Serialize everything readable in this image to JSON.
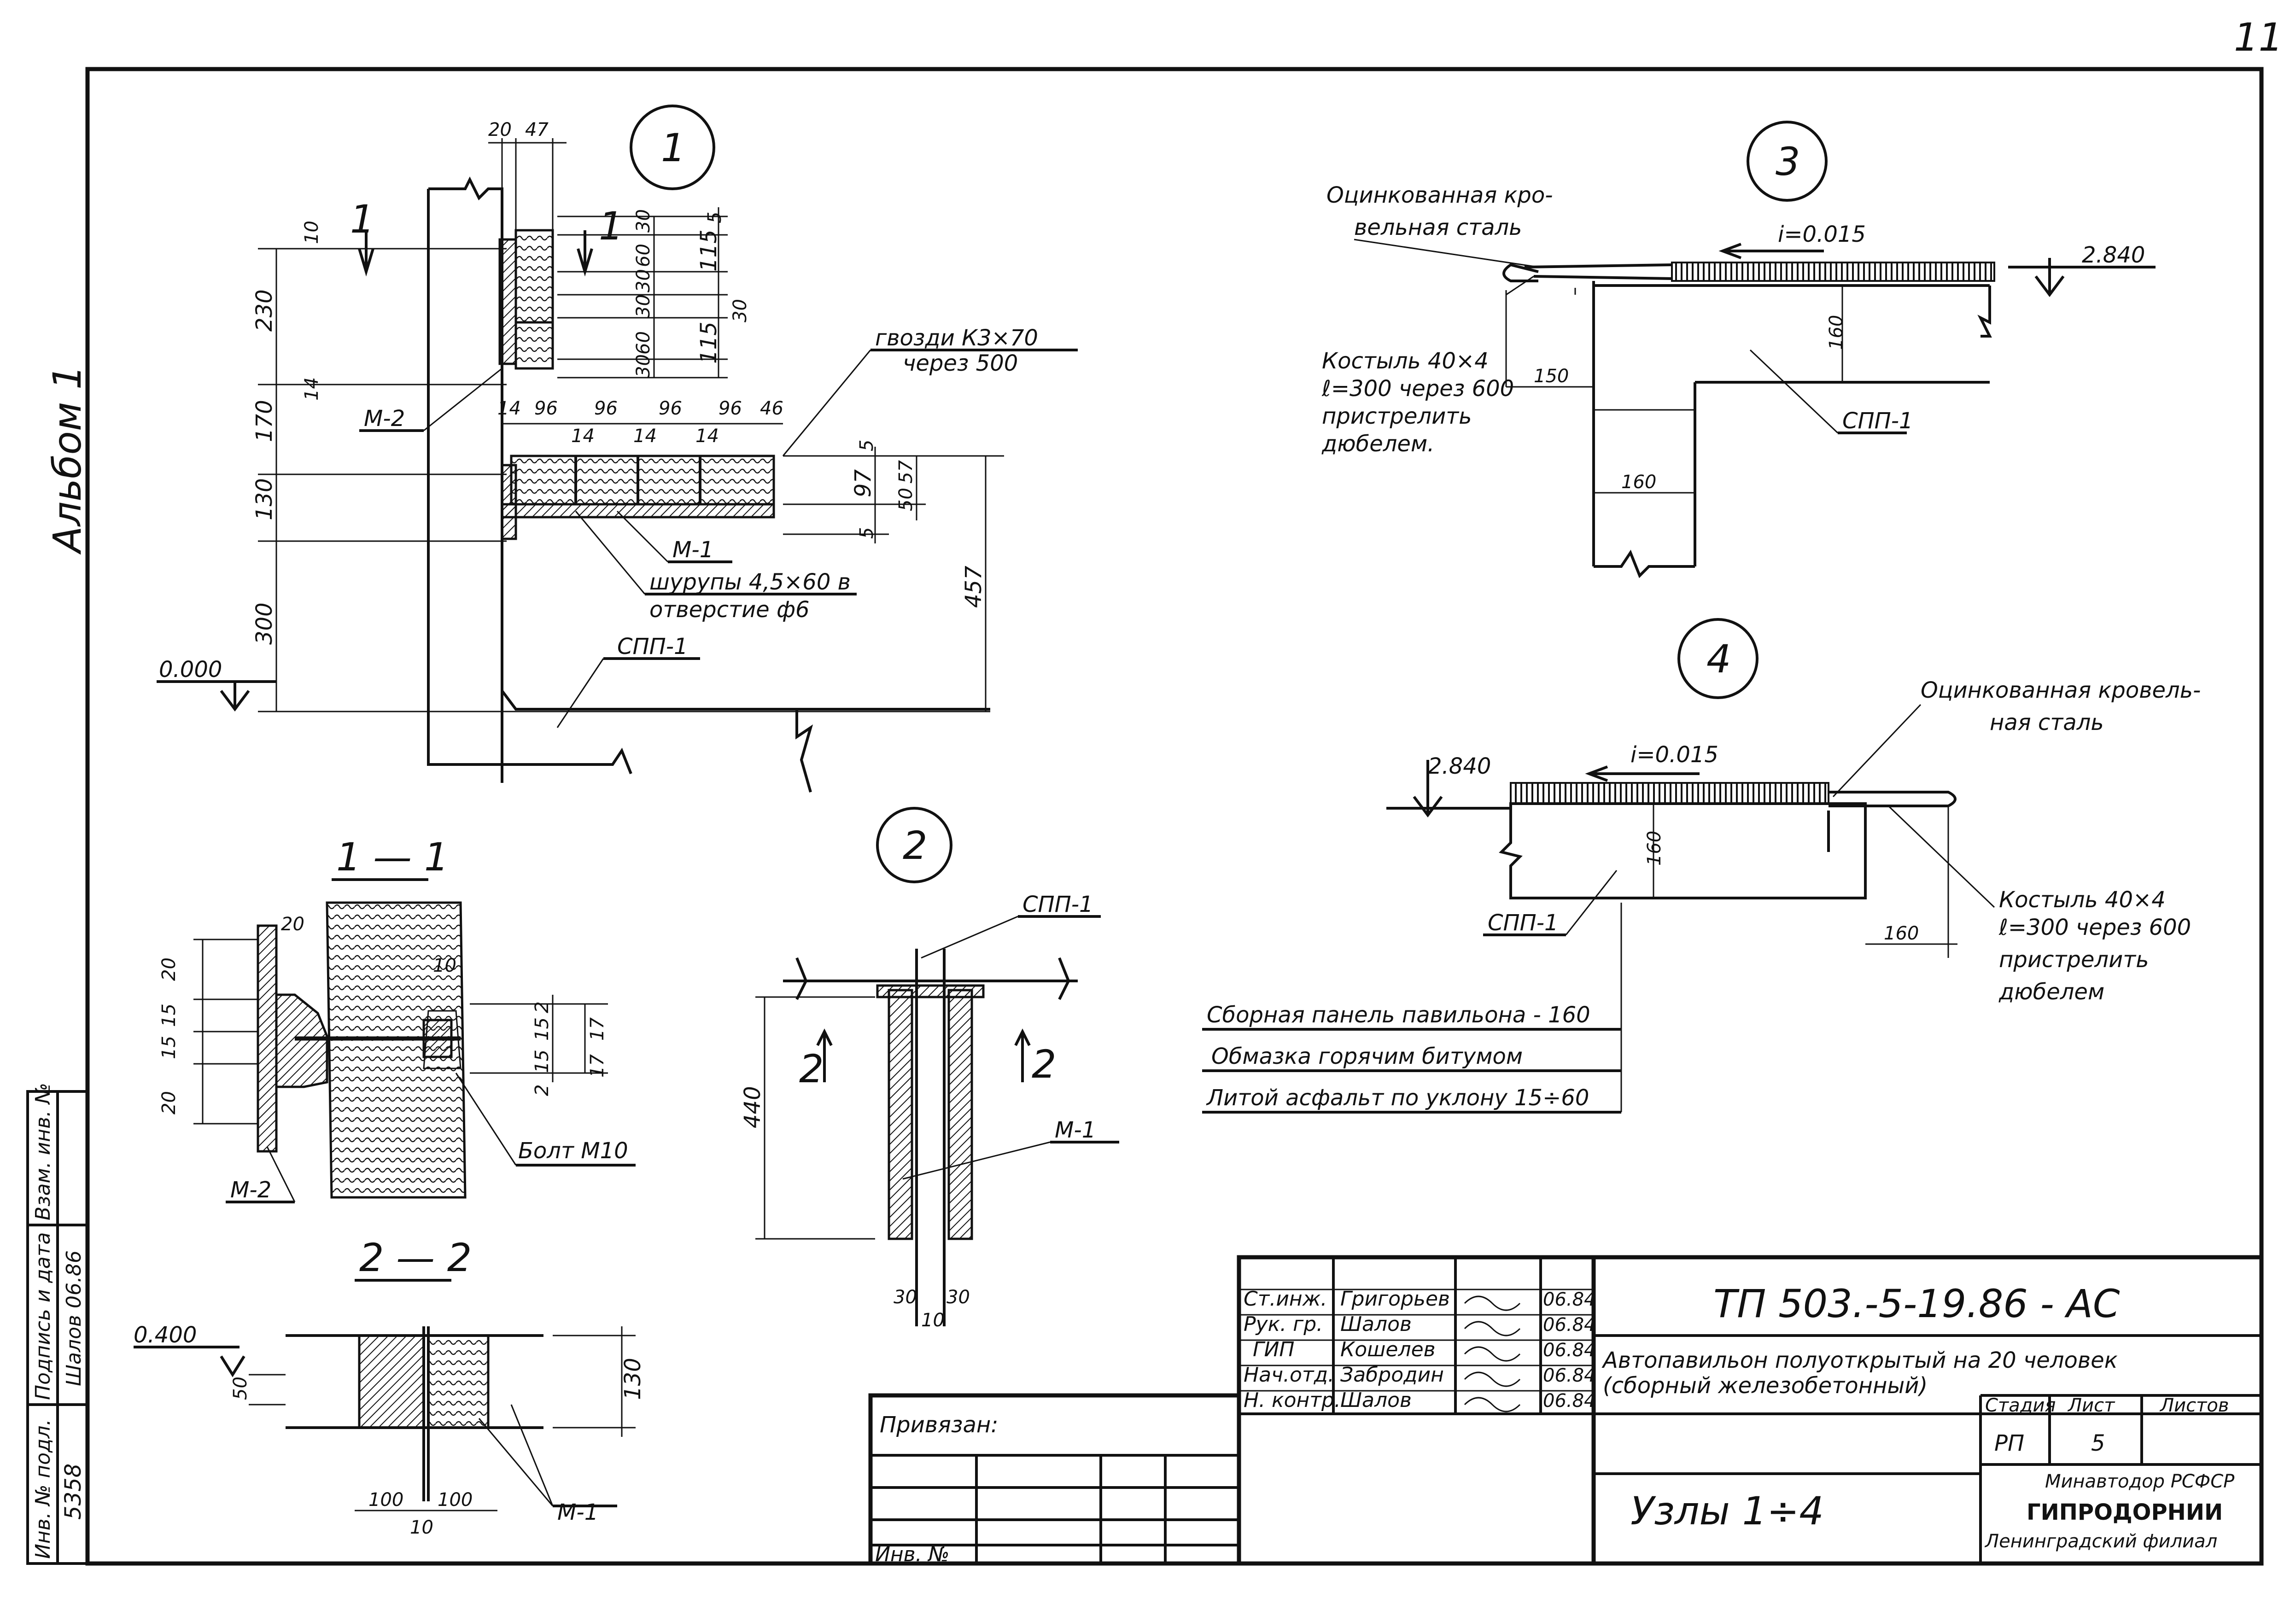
{
  "sheet": {
    "page_number": "11",
    "album_vertical": "Альбом 1"
  },
  "node1": {
    "marker": "1",
    "dims_top": [
      "20",
      "47"
    ],
    "dims_left": [
      "230",
      "170",
      "130",
      "300"
    ],
    "dims_right_small": [
      "5",
      "30",
      "60",
      "30",
      "30",
      "60",
      "30",
      "115",
      "30",
      "115"
    ],
    "dims_row": [
      "14",
      "96",
      "96",
      "96",
      "96",
      "46",
      "14",
      "14",
      "14"
    ],
    "dims_block": [
      "5",
      "97",
      "57",
      "50",
      "5"
    ],
    "dim_total": "457",
    "small_a": "10",
    "small_b": "14",
    "section_mark": "1",
    "elev": "0.000",
    "m2": "М-2",
    "m1": "М-1",
    "spp1": "СПП-1",
    "nails_1": "гвозди К3×70",
    "nails_2": "через 500",
    "screws_1": "шурупы 4,5×60 в",
    "screws_2": "отверстие ф6"
  },
  "node2": {
    "marker": "2",
    "spp1": "СПП-1",
    "dim_h": "440",
    "m1": "М-1",
    "section_mark": "2",
    "dims_bottom": [
      "30",
      "30",
      "10"
    ]
  },
  "node3": {
    "marker": "3",
    "steel_1": "Оцинкованная кро-",
    "steel_2": "вельная сталь",
    "slope": "i=0.015",
    "elev": "2.840",
    "spike_1": "Костыль 40×4",
    "spike_2": "ℓ=300 через 600",
    "spike_3": "пристрелить",
    "spike_4": "дюбелем.",
    "dim_150": "150",
    "dim_160a": "160",
    "dim_160b": "160",
    "spp1": "СПП-1"
  },
  "node4": {
    "marker": "4",
    "steel_1": "Оцинкованная кровель-",
    "steel_2": "ная сталь",
    "slope": "i=0.015",
    "elev": "2.840",
    "dim_160a": "160",
    "dim_160b": "160",
    "spp1": "СПП-1",
    "spike_1": "Костыль 40×4",
    "spike_2": "ℓ=300 через 600",
    "spike_3": "пристрелить",
    "spike_4": "дюбелем",
    "layer_1": "Сборная панель павильона - 160",
    "layer_2": "Обмазка горячим битумом",
    "layer_3": "Литой асфальт по уклону 15÷60"
  },
  "section11": {
    "title": "1 — 1",
    "dims_left": [
      "20",
      "15",
      "15",
      "20"
    ],
    "dim_20": "20",
    "dim_10": "10",
    "dims_right": [
      "2",
      "15",
      "17",
      "15",
      "17",
      "2"
    ],
    "bolt": "Болт М10",
    "m2": "М-2"
  },
  "section22": {
    "title": "2 — 2",
    "elev": "0.400",
    "dim_50": "50",
    "dim_130": "130",
    "dims_bottom": [
      "100",
      "100",
      "10"
    ],
    "m1": "М-1"
  },
  "stamp": {
    "roles": [
      "Ст.инж.",
      "Рук. гр.",
      "ГИП",
      "Нач.отд.",
      "Н. контр."
    ],
    "names": [
      "Григорьев",
      "Шалов",
      "Кошелев",
      "Забродин",
      "Шалов"
    ],
    "dates": [
      "06.84",
      "06.84",
      "06.84",
      "06.84",
      "06.84"
    ],
    "code": "ТП 503.-5-19.86 - АС",
    "project_1": "Автопавильон полуоткрытый на 20 человек",
    "project_2": "(сборный железобетонный)",
    "col_stage": "Стадия",
    "col_sheet": "Лист",
    "col_sheets": "Листов",
    "val_stage": "РП",
    "val_sheet": "5",
    "sheet_title": "Узлы 1÷4",
    "org_1": "Минавтодор РСФСР",
    "org_2": "ГИПРОДОРНИИ",
    "org_3": "Ленинградский филиал",
    "privyazan": "Привязан:",
    "inv_no": "Инв. №"
  },
  "side_stamp": {
    "inv_podl": "Инв. № подл.",
    "podpis": "Подпись и дата",
    "vzam": "Взам. инв. №",
    "inv_val": "5358",
    "sign_val": "Шалов 06.86"
  }
}
